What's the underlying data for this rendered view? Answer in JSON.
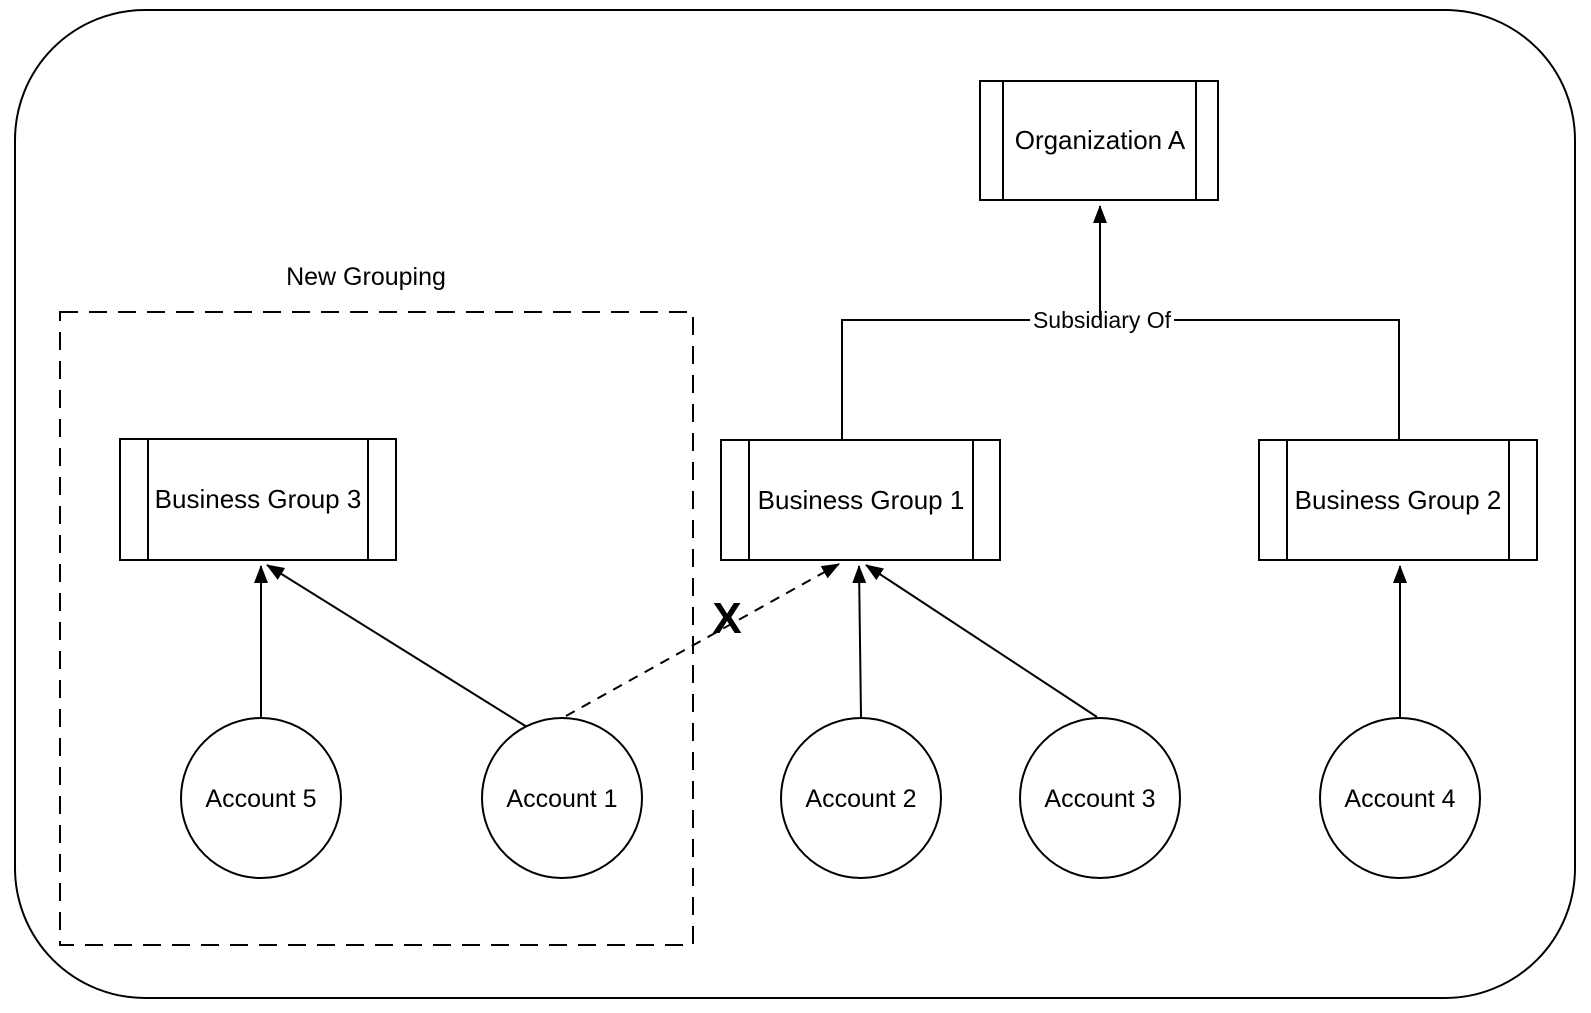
{
  "diagram": {
    "organization": {
      "label": "Organization A"
    },
    "groups": [
      {
        "id": "business-group-3",
        "label": "Business Group 3"
      },
      {
        "id": "business-group-1",
        "label": "Business Group 1"
      },
      {
        "id": "business-group-2",
        "label": "Business Group 2"
      }
    ],
    "accounts": [
      {
        "id": "account-5",
        "label": "Account 5"
      },
      {
        "id": "account-1",
        "label": "Account 1"
      },
      {
        "id": "account-2",
        "label": "Account 2"
      },
      {
        "id": "account-3",
        "label": "Account 3"
      },
      {
        "id": "account-4",
        "label": "Account 4"
      }
    ],
    "grouping_label": "New Grouping",
    "edge_label": "Subsidiary Of",
    "rejection_mark": "X",
    "colors": {
      "stroke": "#000000",
      "background": "#ffffff"
    }
  }
}
